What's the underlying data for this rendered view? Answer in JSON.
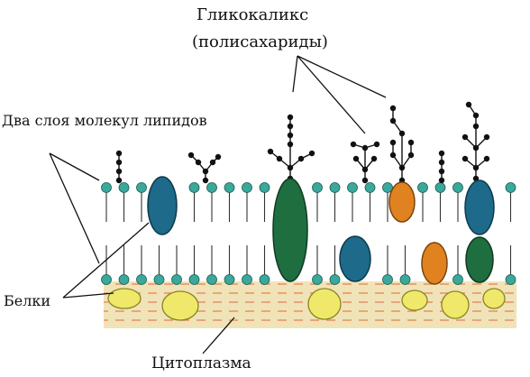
{
  "labels": {
    "glycocalyx": "Гликокаликс",
    "polysaccharides": "(полисахариды)",
    "lipid_bilayer": "Два слоя молекул липидов",
    "proteins": "Белки",
    "cytoplasm": "Цитоплазма"
  },
  "colors": {
    "lipid_head": "#3aa89a",
    "lipid_tail": "#333333",
    "cytoplasm_fill": "#f1e3b8",
    "cytoplasm_dash": "#e07a4a",
    "protein_dark_green": "#1f6e3f",
    "protein_blue": "#1d6a8a",
    "protein_orange": "#e0821f",
    "protein_yellow": "#f0e86a",
    "polysaccharide": "#111111"
  },
  "icons": [
    "leader-line",
    "polysaccharide-chain"
  ]
}
